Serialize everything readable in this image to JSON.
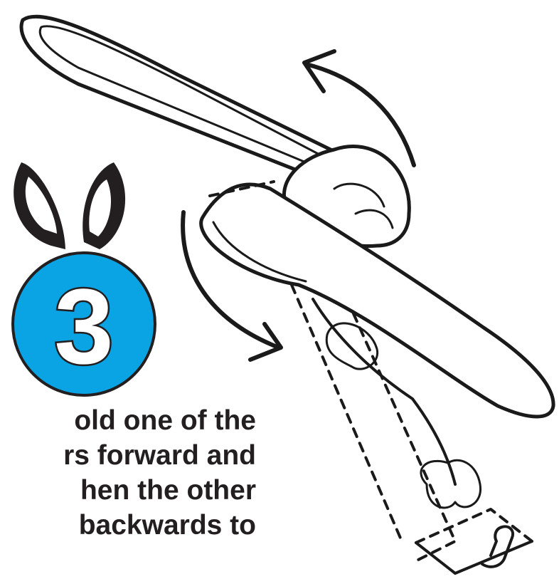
{
  "step": {
    "number": "3"
  },
  "instructions": {
    "lines": [
      "old one of the",
      "rs forward and",
      "hen the other",
      "backwards to"
    ]
  },
  "colors": {
    "badge_fill": "#0aa3e3",
    "badge_ears": "#231f20",
    "line": "#1a1a1a",
    "text": "#231f20"
  },
  "icons": [
    "arrow-curved-back-icon",
    "arrow-curved-forward-icon",
    "bunny-ears-icon",
    "paperclip-icon"
  ]
}
